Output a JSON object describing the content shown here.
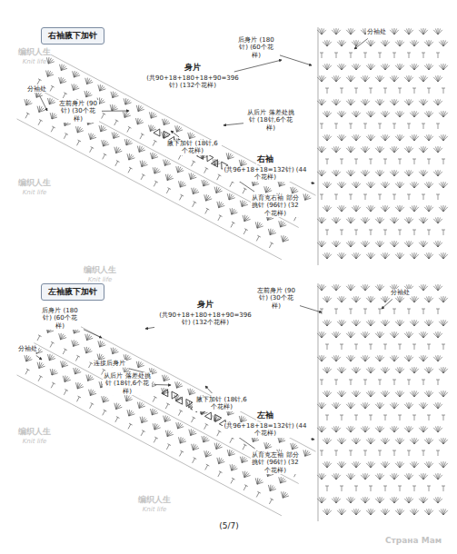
{
  "diagram": {
    "nodes": [
      {
        "text": [
          "右袖腋下加针"
        ]
      },
      {
        "text": [
          "左袖腋下加针"
        ]
      }
    ],
    "labels": [
      "后身片 (180针) (60个花样)",
      "分袖处",
      "身片",
      "(共90+18+180+18+90=396针) (132个花样)",
      "分袖处",
      "左前身片 (90针) (30个花样)",
      "从后片 落差处挑针 (18针,6个花样)",
      "腋下加针 (18针,6个花样)",
      "右袖",
      "(共96+18+18=132针) (44个花样)",
      "从育克右袖 部分挑针 (96针) (32个花样)",
      "后身片 (180针) (60个花样)",
      "分袖处",
      "身片",
      "(共90+18+180+18+90=396针) (132个花样)",
      "左前身片 (90针) (30个花样)",
      "分袖处",
      "连接后身片",
      "从后片 落差处挑针 (18针,6个花样)",
      "腋下加针 (18针,6个花样)",
      "左袖",
      "(共96+18+18=132针) (44个花样)",
      "从育克左袖 部分挑针 (96针) (32个花样)",
      "(5/7)",
      "编织人生",
      "Knit life",
      "编织人生",
      "Knit life",
      "编织人生",
      "Knit life",
      "编织人生",
      "Knit life",
      "编织人生",
      "Knit life",
      "Страна Мам"
    ]
  }
}
